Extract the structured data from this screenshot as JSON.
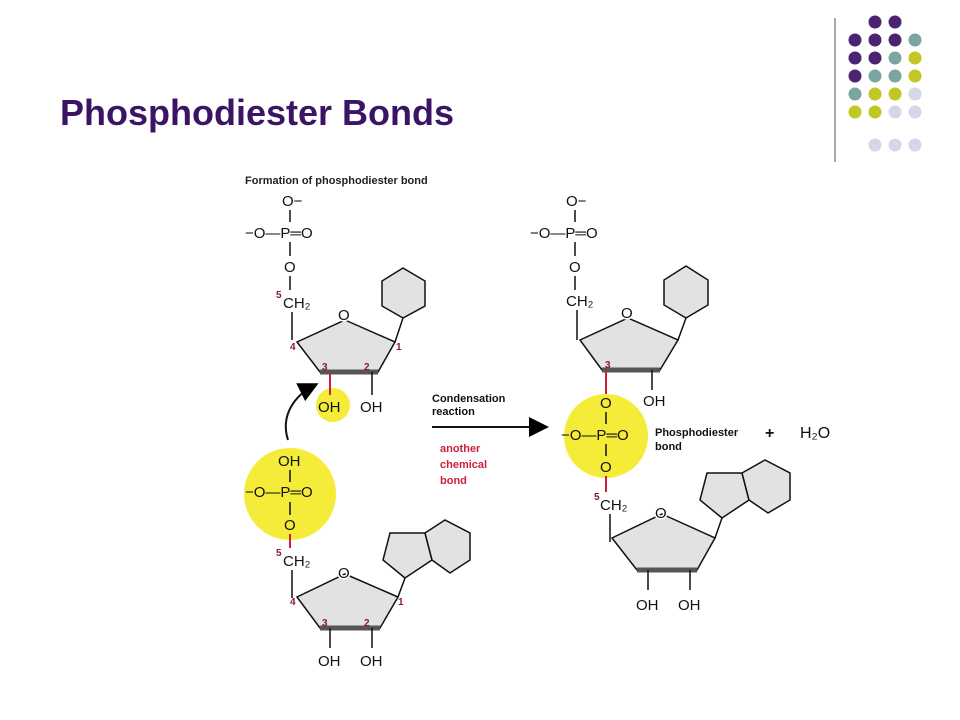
{
  "slide": {
    "title": "Phosphodiester Bonds",
    "colors": {
      "title": "#3b1466",
      "accent_purple": "#4a2371",
      "accent_teal": "#7aa5a0",
      "accent_olive": "#c3c723",
      "accent_lavender": "#d6d6e8",
      "highlight": "#f5ec3a",
      "bond_red": "#cc1f3a"
    }
  },
  "diagram": {
    "heading": "Formation of phosphodiester bond",
    "left": {
      "phosphate_top": {
        "o_minus": "O−",
        "row": "−O—P═O",
        "o_link": "O"
      },
      "ch2": "CH₂",
      "ring_o": "O",
      "carbon_numbers": {
        "c5": "5",
        "c4": "4",
        "c3": "3",
        "c2": "2",
        "c1": "1"
      },
      "oh3": "OH",
      "oh2": "OH",
      "free_phosphate": {
        "oh": "OH",
        "row": "−O—P═O",
        "o_link": "O"
      },
      "lower_sugar": {
        "ch2": "CH₂",
        "ring_o": "O",
        "c5": "5",
        "c4": "4",
        "c3": "3",
        "c2": "2",
        "c1": "1",
        "oh3": "OH",
        "oh2": "OH"
      }
    },
    "arrow": {
      "label_line1": "Condensation",
      "label_line2": "reaction",
      "red_line1": "another",
      "red_line2": "chemical",
      "red_line3": "bond"
    },
    "right": {
      "phosphate_top": {
        "o_minus": "O−",
        "row": "−O—P═O",
        "o_link": "O"
      },
      "ch2": "CH₂",
      "ring_o": "O",
      "c3": "3",
      "oh2": "OH",
      "bridge": {
        "o_top": "O",
        "row": "−O—P═O",
        "o_bottom": "O"
      },
      "bond_label_line1": "Phosphodiester",
      "bond_label_line2": "bond",
      "plus": "+",
      "water": "H₂O",
      "lower_sugar": {
        "c5": "5",
        "ch2": "CH₂",
        "ring_o": "O",
        "oh3": "OH",
        "oh2": "OH"
      }
    }
  }
}
